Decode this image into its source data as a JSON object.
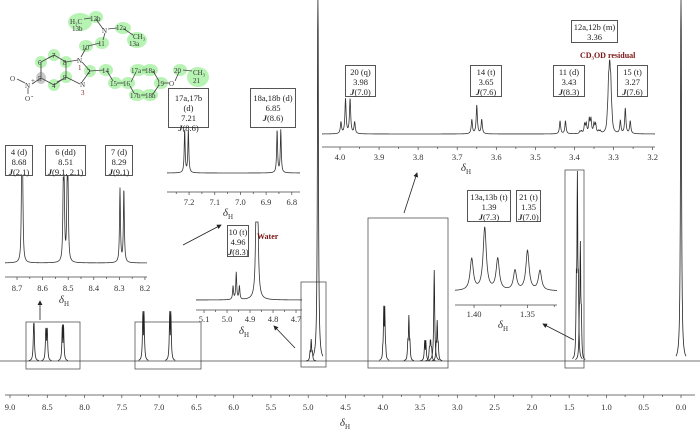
{
  "chart_data": {
    "type": "line",
    "title": "",
    "xlabel": {
      "symbol": "δ",
      "sub": "H"
    },
    "x_range": [
      9.0,
      0.0
    ],
    "x_ticks": [
      "9.0",
      "8.5",
      "8.0",
      "7.5",
      "7.0",
      "6.5",
      "6.0",
      "5.5",
      "5.0",
      "4.5",
      "4.0",
      "3.5",
      "3.0",
      "2.5",
      "2.0",
      "1.5",
      "1.0",
      "0.5",
      "0.0"
    ],
    "j_symbol": "J",
    "signals": [
      {
        "id": "s4",
        "mult": "d",
        "shift": 8.68,
        "J": [
          2.1
        ],
        "intensity": 39,
        "label": "4 (d)",
        "shift_text": "8.68",
        "j_text": "(2.1)"
      },
      {
        "id": "s6",
        "mult": "dd",
        "shift": 8.51,
        "J": [
          9.1,
          2.1
        ],
        "intensity": 33,
        "label": "6 (dd)",
        "shift_text": "8.51",
        "j_text": "(9.1, 2.1)"
      },
      {
        "id": "s7",
        "mult": "d",
        "shift": 8.29,
        "J": [
          9.1
        ],
        "intensity": 37,
        "label": "7 (d)",
        "shift_text": "8.29",
        "j_text": "(9.1)"
      },
      {
        "id": "s17",
        "mult": "d",
        "shift": 7.21,
        "J": [
          8.6
        ],
        "intensity": 50,
        "label": "17a,17b (d)",
        "shift_text": "7.21",
        "j_text": "(8.6)"
      },
      {
        "id": "s18",
        "mult": "d",
        "shift": 6.85,
        "J": [
          8.6
        ],
        "intensity": 50,
        "label": "18a,18b (d)",
        "shift_text": "6.85",
        "j_text": "(8.6)"
      },
      {
        "id": "s10",
        "mult": "t",
        "shift": 4.96,
        "J": [
          8.3
        ],
        "intensity": 22,
        "label": "10 (t)",
        "shift_text": "4.96",
        "j_text": "(8.3)"
      },
      {
        "id": "s20",
        "mult": "q",
        "shift": 3.98,
        "J": [
          7.0
        ],
        "intensity": 56,
        "label": "20 (q)",
        "shift_text": "3.98",
        "j_text": "(7.0)"
      },
      {
        "id": "s14",
        "mult": "t",
        "shift": 3.65,
        "J": [
          7.6
        ],
        "intensity": 46,
        "label": "14 (t)",
        "shift_text": "3.65",
        "j_text": "(7.6)"
      },
      {
        "id": "s11",
        "mult": "d",
        "shift": 3.43,
        "J": [
          8.3
        ],
        "intensity": 21,
        "label": "11 (d)",
        "shift_text": "3.43",
        "j_text": "(8.3)"
      },
      {
        "id": "s12",
        "mult": "m",
        "shift": 3.36,
        "J": [],
        "intensity": 22,
        "label": "12a,12b (m)",
        "shift_text": "3.36",
        "j_text": ""
      },
      {
        "id": "s15",
        "mult": "t",
        "shift": 3.27,
        "J": [
          7.6
        ],
        "intensity": 41,
        "label": "15 (t)",
        "shift_text": "3.27",
        "j_text": "(7.6)"
      },
      {
        "id": "s13",
        "mult": "t",
        "shift": 1.39,
        "J": [
          7.3
        ],
        "intensity": 190,
        "label": "13a,13b (t)",
        "shift_text": "1.39",
        "j_text": "(7.3)"
      },
      {
        "id": "s21",
        "mult": "t",
        "shift": 1.35,
        "J": [
          7.0
        ],
        "intensity": 120,
        "label": "21 (t)",
        "shift_text": "1.35",
        "j_text": "(7.0)"
      }
    ],
    "solvent_peaks": [
      {
        "id": "water",
        "shift": 4.87,
        "intensity": 400,
        "label": "Water"
      },
      {
        "id": "cd3od",
        "shift": 3.31,
        "intensity": 91,
        "label": "CD₃OD  residual"
      },
      {
        "id": "ref",
        "shift": 0.0,
        "intensity": 400
      }
    ],
    "insets": [
      {
        "id": "A",
        "range": [
          8.747,
          8.192
        ],
        "ticks": [
          "8.7",
          "8.6",
          "8.5",
          "8.4",
          "8.3",
          "8.2"
        ],
        "signals": [
          "s4",
          "s6",
          "s7"
        ]
      },
      {
        "id": "B",
        "range": [
          7.286,
          6.768
        ],
        "ticks": [
          "7.2",
          "7.1",
          "7.0",
          "6.9",
          "6.8"
        ],
        "signals": [
          "s17",
          "s18"
        ]
      },
      {
        "id": "C",
        "range": [
          5.135,
          4.674
        ],
        "ticks": [
          "5.1",
          "5.0",
          "4.9",
          "4.8",
          "4.7"
        ],
        "signals": [
          "s10",
          "water"
        ]
      },
      {
        "id": "D",
        "range": [
          4.046,
          3.194
        ],
        "ticks": [
          "4.0",
          "3.9",
          "3.8",
          "3.7",
          "3.6",
          "3.5",
          "3.4",
          "3.3",
          "3.2"
        ],
        "signals": [
          "s20",
          "s14",
          "s11",
          "s12",
          "cd3od",
          "s15"
        ]
      },
      {
        "id": "E",
        "range": [
          1.4178,
          1.3224
        ],
        "ticks": [
          "1.40",
          "1.35"
        ],
        "signals": [
          "s13",
          "s21"
        ]
      }
    ]
  },
  "molecule": {
    "labels": [
      "H₃C",
      "13b",
      "12b",
      "N",
      "12a",
      "CH₃",
      "13a",
      "11",
      "10",
      "N",
      "1",
      "2",
      "N",
      "3",
      "7",
      "8",
      "6",
      "5",
      "4",
      "9",
      "14",
      "15",
      "16",
      "17a",
      "18a",
      "17b",
      "18b",
      "19",
      "O",
      "20",
      "CH₃",
      "21",
      "N",
      "+",
      "O",
      "O",
      "-"
    ]
  }
}
